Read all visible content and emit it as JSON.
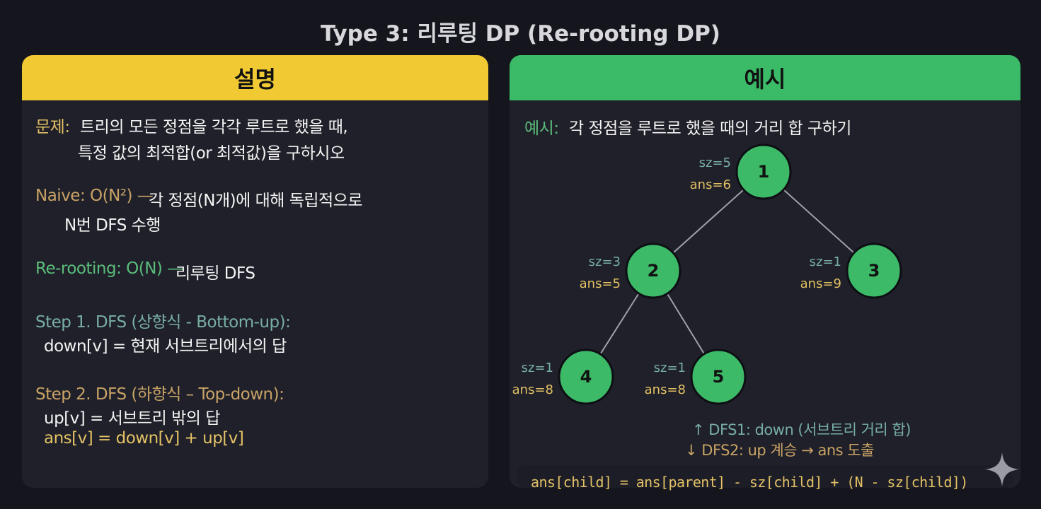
{
  "title": "Type 3: 리루팅 DP (Re-rooting DP)",
  "left": {
    "header": "설명",
    "problem_label": "문제:",
    "problem_line1": "트리의 모든 정점을 각각 루트로 했을 때,",
    "problem_line2": "특정 값의 최적합(or 최적값)을 구하시오",
    "naive_label": "Naive: O(N²) —",
    "naive_line1": "각 정점(N개)에 대해 독립적으로",
    "naive_line2": "N번 DFS 수행",
    "reroot_label": "Re-rooting: O(N) —",
    "reroot_text": "리루팅 DFS",
    "step1_label": "Step 1. DFS (상향식 - Bottom-up):",
    "step1_text": "down[v] = 현재 서브트리에서의 답",
    "step2_label": "Step 2. DFS (하향식 – Top-down):",
    "step2_text1": "up[v] = 서브트리 밖의 답",
    "step2_text2": "ans[v] = down[v] + up[v]"
  },
  "right": {
    "header": "예시",
    "example_label": "예시:",
    "example_text": "각 정점을 루트로 했을 때의 거리 합 구하기",
    "nodes": [
      {
        "id": "1",
        "sz": "sz=5",
        "ans": "ans=6"
      },
      {
        "id": "2",
        "sz": "sz=3",
        "ans": "ans=5"
      },
      {
        "id": "3",
        "sz": "sz=1",
        "ans": "ans=9"
      },
      {
        "id": "4",
        "sz": "sz=1",
        "ans": "ans=8"
      },
      {
        "id": "5",
        "sz": "sz=1",
        "ans": "ans=8"
      }
    ],
    "edges": [
      [
        "1",
        "2"
      ],
      [
        "1",
        "3"
      ],
      [
        "2",
        "4"
      ],
      [
        "2",
        "5"
      ]
    ],
    "dfs1": "↑ DFS1: down (서브트리 거리 합)",
    "dfs2": "↓ DFS2: up 계승 → ans 도출",
    "formula": "ans[child] = ans[parent] - sz[child] + (N - sz[child])"
  },
  "colors": {
    "yellow": "#f1c933",
    "green": "#3bba68",
    "node": "#3dba68"
  }
}
